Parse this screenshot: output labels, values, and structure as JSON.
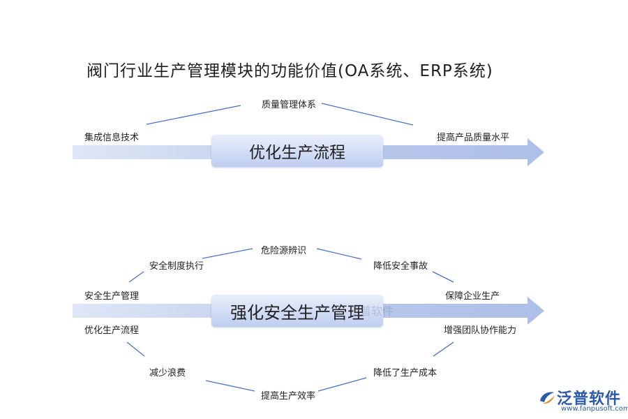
{
  "title": "阀门行业生产管理模块的功能价值(OA系统、ERP系统)",
  "diagram_one": {
    "center": "优化生产流程",
    "labels": {
      "top": "质量管理体系",
      "left": "集成信息技术",
      "right": "提高产品质量水平"
    }
  },
  "diagram_two": {
    "center": "强化安全生产管理",
    "labels": {
      "top": "危险源辨识",
      "upper_left": "安全制度执行",
      "upper_right": "降低安全事故",
      "left_top": "安全生产管理",
      "right_top": "保障企业生产",
      "left_bottom": "优化生产流程",
      "right_bottom": "增强团队协作能力",
      "lower_left": "减少浪费",
      "lower_right": "降低了生产成本",
      "bottom": "提高生产效率"
    }
  },
  "watermark": {
    "text": "泛普软件"
  },
  "logo": {
    "name": "泛普软件",
    "url": "www.fanpusoft.com"
  },
  "colors": {
    "arrow": "#aebfe8",
    "connector": "#4a73c4",
    "logo": "#2d5aa8"
  }
}
